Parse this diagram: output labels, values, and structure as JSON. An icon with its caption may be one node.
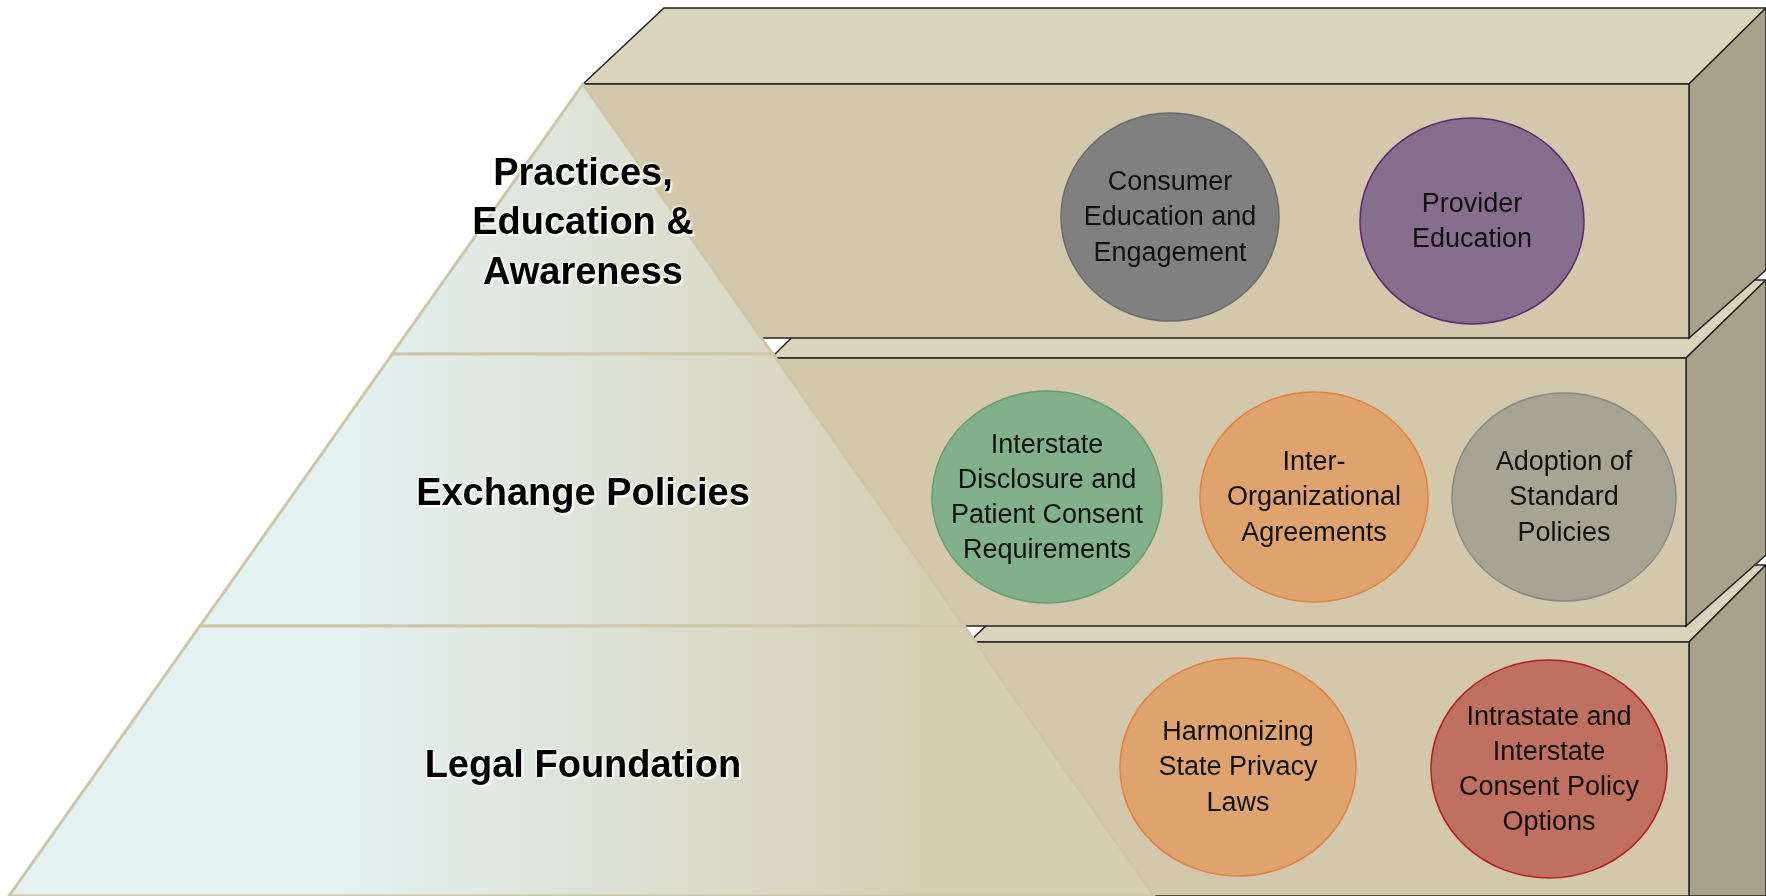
{
  "diagram": {
    "nodes": [
      {
        "text": [
          "Practices, Education & Awareness"
        ]
      },
      {
        "text": [
          "Exchange Policies"
        ]
      },
      {
        "text": [
          "Legal Foundation"
        ]
      },
      {
        "text": [
          "Consumer Education and Engagement"
        ]
      },
      {
        "text": [
          "Provider Education"
        ]
      },
      {
        "text": [
          "Interstate Disclosure and Patient Consent Requirements"
        ]
      },
      {
        "text": [
          "Inter-Organizational Agreements"
        ]
      },
      {
        "text": [
          "Adoption of Standard Policies"
        ]
      },
      {
        "text": [
          "Harmonizing State Privacy Laws"
        ]
      },
      {
        "text": [
          "Intrastate and Interstate Consent Policy Options"
        ]
      }
    ]
  }
}
